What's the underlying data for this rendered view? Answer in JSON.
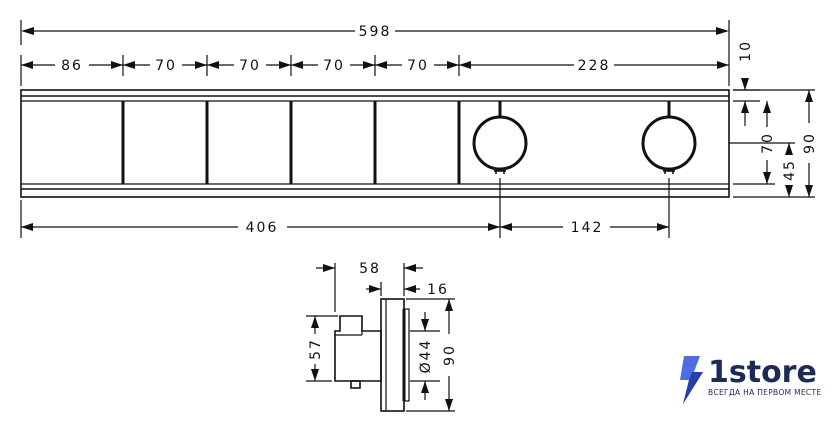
{
  "dimensions": {
    "overall_width": "598",
    "segment_1": "86",
    "segment_2": "70",
    "segment_3": "70",
    "segment_4": "70",
    "segment_5": "70",
    "segment_right": "228",
    "top_offset": "10",
    "button_height": "70",
    "overall_height": "90",
    "knob_height": "45",
    "knob1_offset": "406",
    "knob_spacing": "142",
    "side_depth": "58",
    "cover_depth": "16",
    "body_height": "57",
    "knob_diameter": "Ø44",
    "side_height": "90"
  },
  "logo": {
    "brand": "1store",
    "tagline": "ВСЕГДА НА ПЕРВОМ МЕСТЕ",
    "colors": {
      "navy": "#1b2a57",
      "bolt_light": "#4f6de0",
      "bolt_dark": "#2a3fa8"
    }
  }
}
